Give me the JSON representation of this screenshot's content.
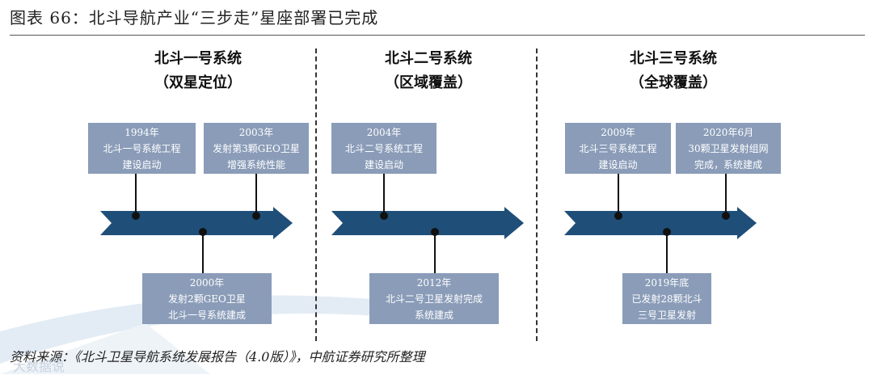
{
  "figure_title": "图表 66：北斗导航产业“三步走”星座部署已完成",
  "phases": [
    {
      "title": "北斗一号系统",
      "subtitle": "（双星定位）"
    },
    {
      "title": "北斗二号系统",
      "subtitle": "（区域覆盖）"
    },
    {
      "title": "北斗三号系统",
      "subtitle": "（全球覆盖）"
    }
  ],
  "events": [
    {
      "lines": [
        "1994年",
        "北斗一号系统工程",
        "建设启动"
      ]
    },
    {
      "lines": [
        "2003年",
        "发射第3颗GEO卫星",
        "增强系统性能"
      ]
    },
    {
      "lines": [
        "2000年",
        "发射2颗GEO卫星",
        "北斗一号系统建成"
      ]
    },
    {
      "lines": [
        "2004年",
        "北斗二号系统工程",
        "建设启动"
      ]
    },
    {
      "lines": [
        "2012年",
        "北斗二号卫星发射完成",
        "系统建成"
      ]
    },
    {
      "lines": [
        "2009年",
        "北斗三号系统工程",
        "建设启动"
      ]
    },
    {
      "lines": [
        "2020年6月",
        "30颗卫星发射组网",
        "完成，系统建成"
      ]
    },
    {
      "lines": [
        "2019年底",
        "已发射28颗北斗",
        "三号卫星发射"
      ]
    }
  ],
  "source_note": "资料来源：《北斗卫星导航系统发展报告（4.0版）》，中航证券研究所整理",
  "watermark_text": "大数据说",
  "colors": {
    "arrow": "#1f4f78",
    "box": "#8a9cb8",
    "watermark": "#dde7f1"
  }
}
